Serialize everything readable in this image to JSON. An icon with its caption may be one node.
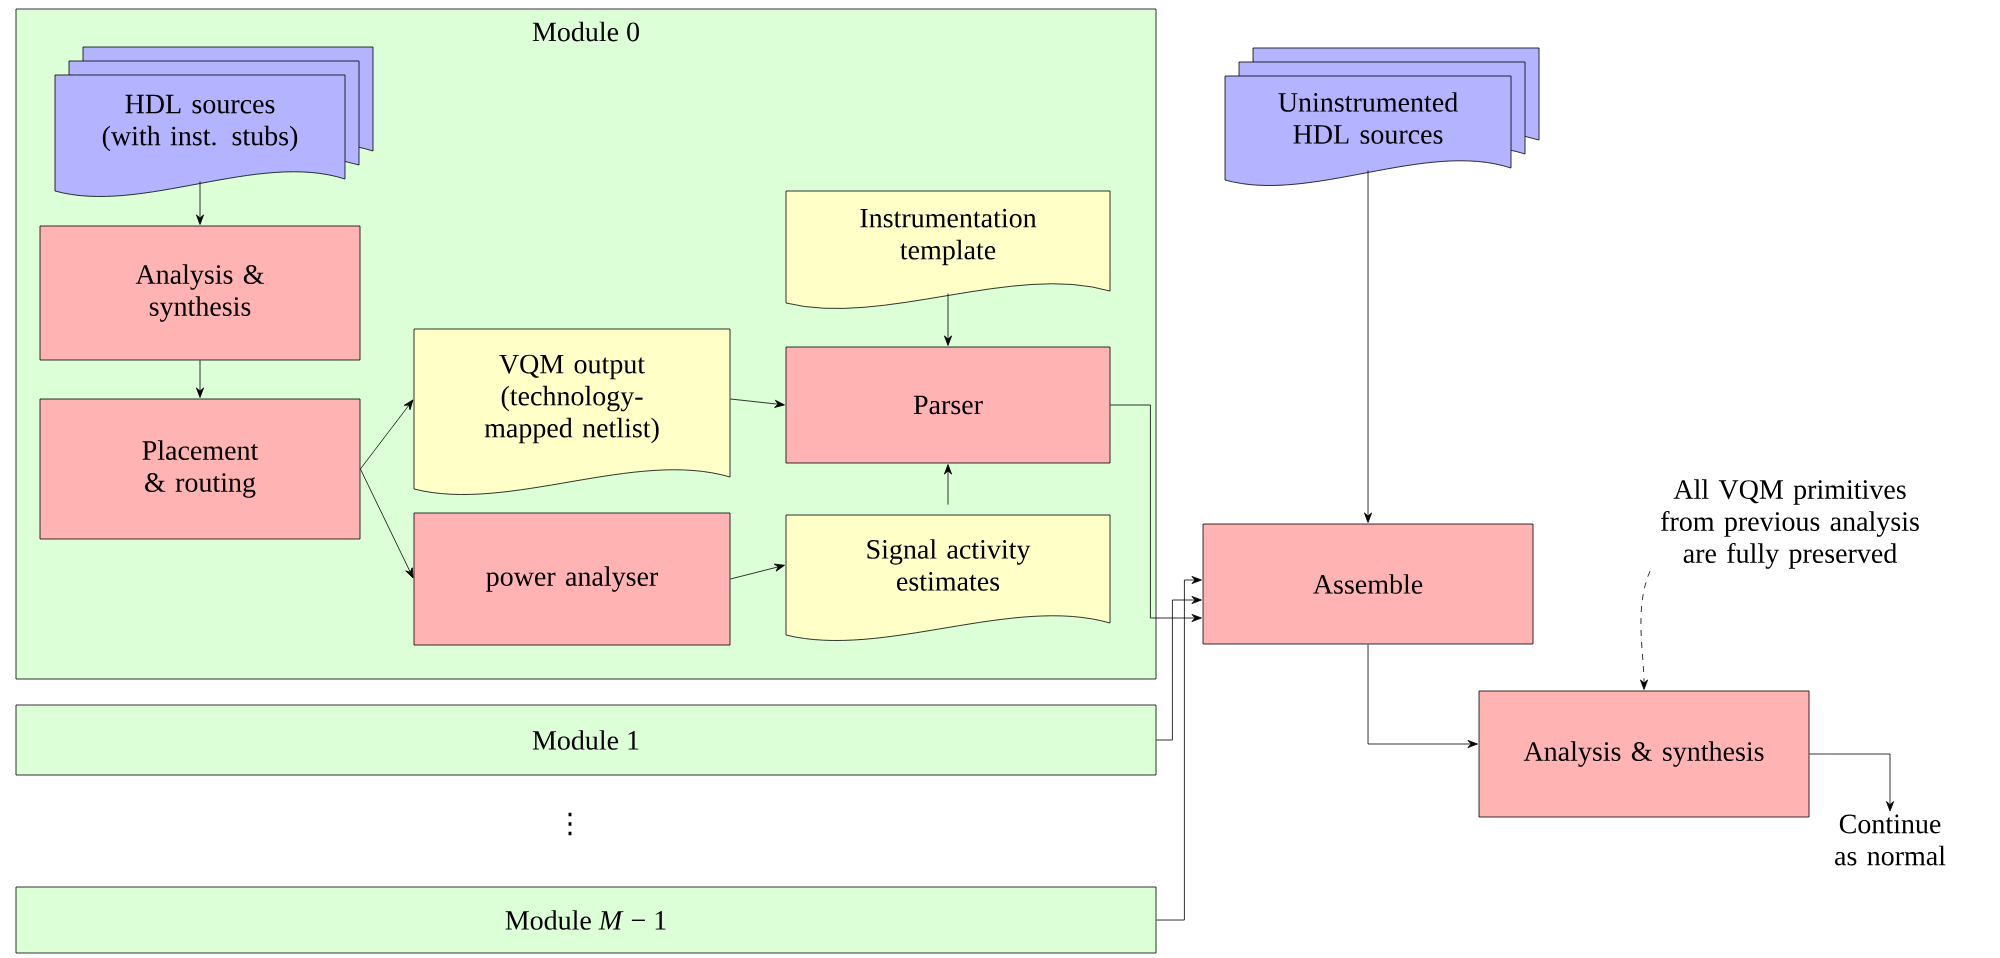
{
  "diagram": {
    "nodes": [
      {
        "text": [
          "Module 0"
        ]
      },
      {
        "text": [
          "HDL sources (with inst. stubs)"
        ],
        "in": 0
      },
      {
        "text": [
          "Analysis & synthesis"
        ],
        "in": 0
      },
      {
        "text": [
          "Placement & routing"
        ],
        "in": 0
      },
      {
        "text": [
          "VQM output (technology-mapped netlist)"
        ],
        "in": 0
      },
      {
        "text": [
          "power analyser"
        ],
        "in": 0
      },
      {
        "text": [
          "Instrumentation template"
        ],
        "in": 0
      },
      {
        "text": [
          "Parser"
        ],
        "in": 0
      },
      {
        "text": [
          "Signal activity estimates"
        ],
        "in": 0
      },
      {
        "text": [
          "Uninstrumented HDL sources"
        ]
      },
      {
        "text": [
          "Assemble"
        ]
      },
      {
        "text": [
          "Module 1"
        ]
      },
      {
        "text": [
          "Module *M* − 1"
        ]
      },
      {
        "text": [
          "Analysis & synthesis"
        ]
      },
      {
        "text": [
          "Continue as normal"
        ]
      },
      {
        "text": [
          "All VQM primitives from previous analysis are fully preserved"
        ]
      }
    ],
    "edges": [
      {
        "from": 1,
        "to": 2,
        "arrow": "to"
      },
      {
        "from": 2,
        "to": 3,
        "arrow": "to"
      },
      {
        "from": 3,
        "to": 4,
        "arrow": "to"
      },
      {
        "from": 3,
        "to": 5,
        "arrow": "to"
      },
      {
        "from": 5,
        "to": 8,
        "arrow": "to"
      },
      {
        "from": 8,
        "to": 7,
        "arrow": "to"
      },
      {
        "from": 6,
        "to": 7,
        "arrow": "to"
      },
      {
        "from": 4,
        "to": 7,
        "arrow": "to"
      },
      {
        "from": 7,
        "to": 10,
        "arrow": "to"
      },
      {
        "from": 9,
        "to": 10,
        "arrow": "to"
      },
      {
        "from": 11,
        "to": 10,
        "arrow": "to"
      },
      {
        "from": 12,
        "to": 10,
        "arrow": "to"
      },
      {
        "from": 10,
        "to": 13,
        "arrow": "to"
      },
      {
        "from": 13,
        "to": 14,
        "arrow": "to"
      },
      {
        "from": 15,
        "to": 13,
        "arrow": "to",
        "style": "dashed"
      }
    ],
    "labels": [
      "⋮"
    ]
  }
}
